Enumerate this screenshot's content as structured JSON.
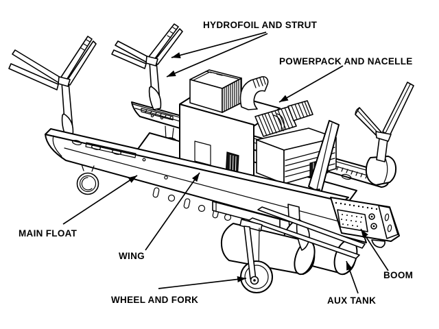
{
  "figure": {
    "kind": "parts-identification line drawing",
    "subject": "hydrofoil craft isometric view",
    "ink_color": "#000000",
    "background_color": "#ffffff"
  },
  "labels": {
    "hydrofoil_strut": "HYDROFOIL AND STRUT",
    "powerpack_nacelle": "POWERPACK AND NACELLE",
    "main_float": "MAIN FLOAT",
    "wing": "WING",
    "wheel_fork": "WHEEL AND FORK",
    "aux_tank": "AUX TANK",
    "boom": "BOOM"
  }
}
